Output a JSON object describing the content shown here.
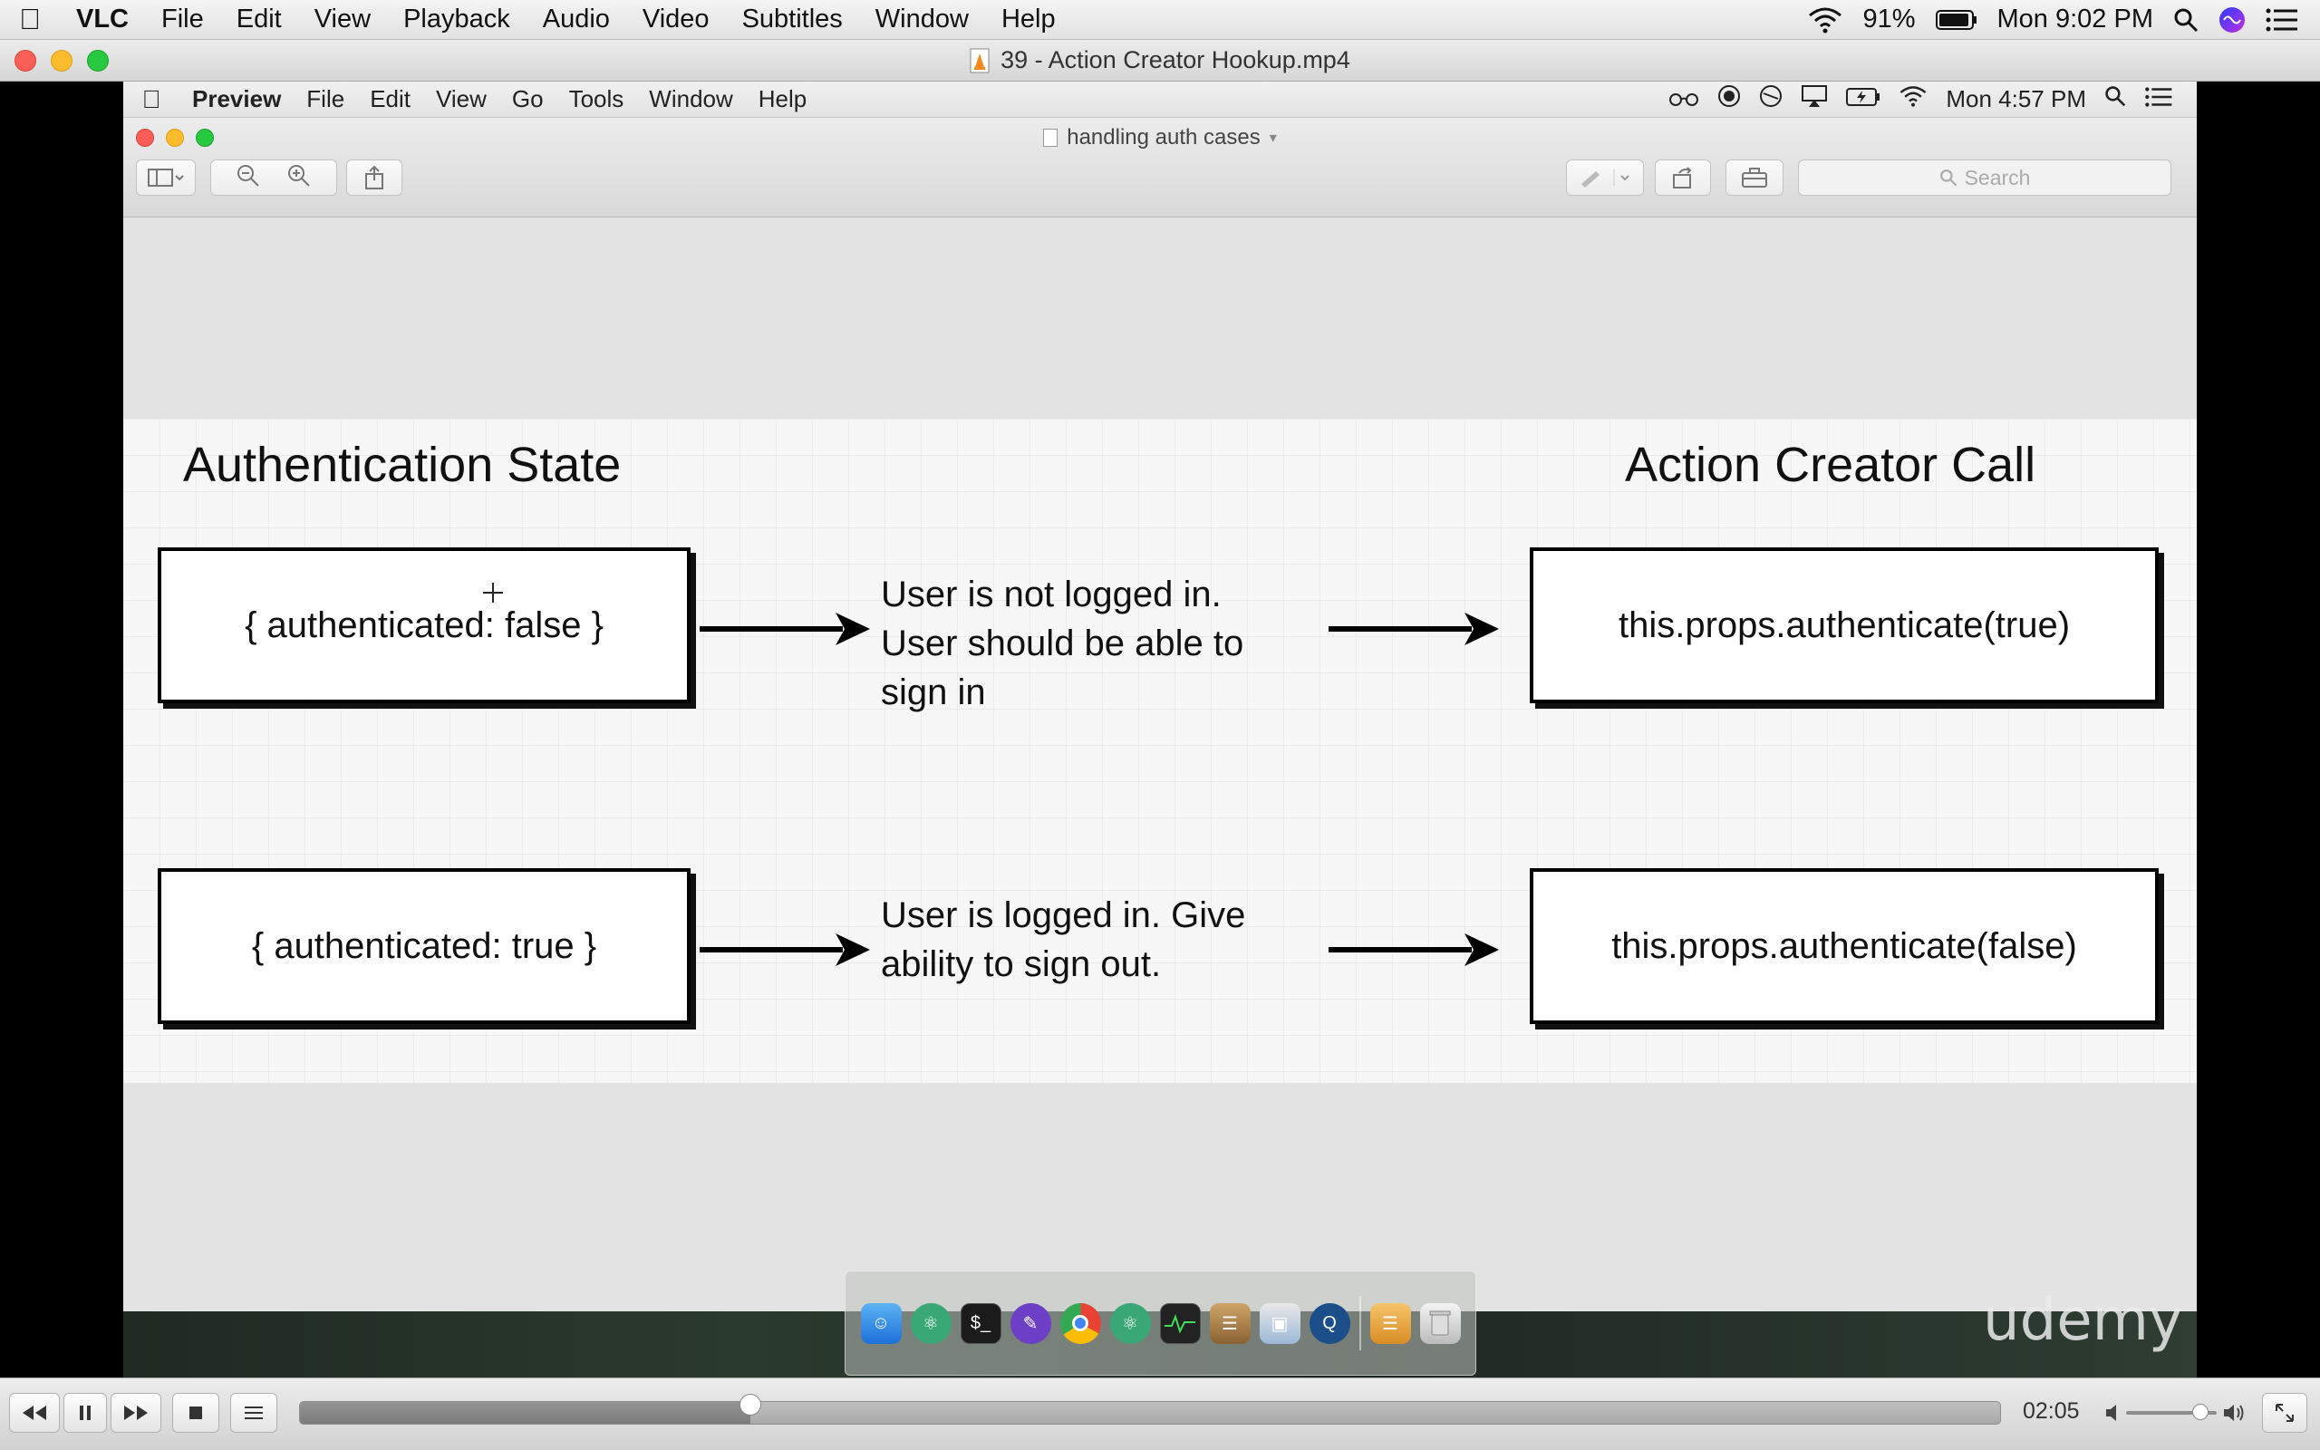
{
  "host_menubar": {
    "app_name": "VLC",
    "items": [
      "File",
      "Edit",
      "View",
      "Playback",
      "Audio",
      "Video",
      "Subtitles",
      "Window",
      "Help"
    ],
    "battery_percent": "91%",
    "clock": "Mon 9:02 PM"
  },
  "vlc_window": {
    "title": "39 - Action Creator Hookup.mp4"
  },
  "screencast": {
    "menubar": {
      "app_name": "Preview",
      "items": [
        "File",
        "Edit",
        "View",
        "Go",
        "Tools",
        "Window",
        "Help"
      ],
      "clock": "Mon 4:57 PM"
    },
    "preview_window": {
      "title": "handling auth cases",
      "search_placeholder": "Search"
    },
    "slide": {
      "left_heading": "Authentication State",
      "right_heading": "Action Creator Call",
      "rows": [
        {
          "state": "{ authenticated: false }",
          "description": [
            "User is not logged in.",
            "User should be able to",
            "sign in"
          ],
          "call": "this.props.authenticate(true)"
        },
        {
          "state": "{ authenticated: true }",
          "description": [
            "User is logged in.  Give",
            "ability to sign out."
          ],
          "call": "this.props.authenticate(false)"
        }
      ]
    },
    "watermark": "udemy"
  },
  "vlc_controls": {
    "elapsed_time": "02:05",
    "seek_progress": 0.265,
    "volume_level": 0.82
  },
  "colors": {
    "close": "#fc5f57",
    "minimize": "#fdbc2e",
    "zoom": "#28c840"
  }
}
